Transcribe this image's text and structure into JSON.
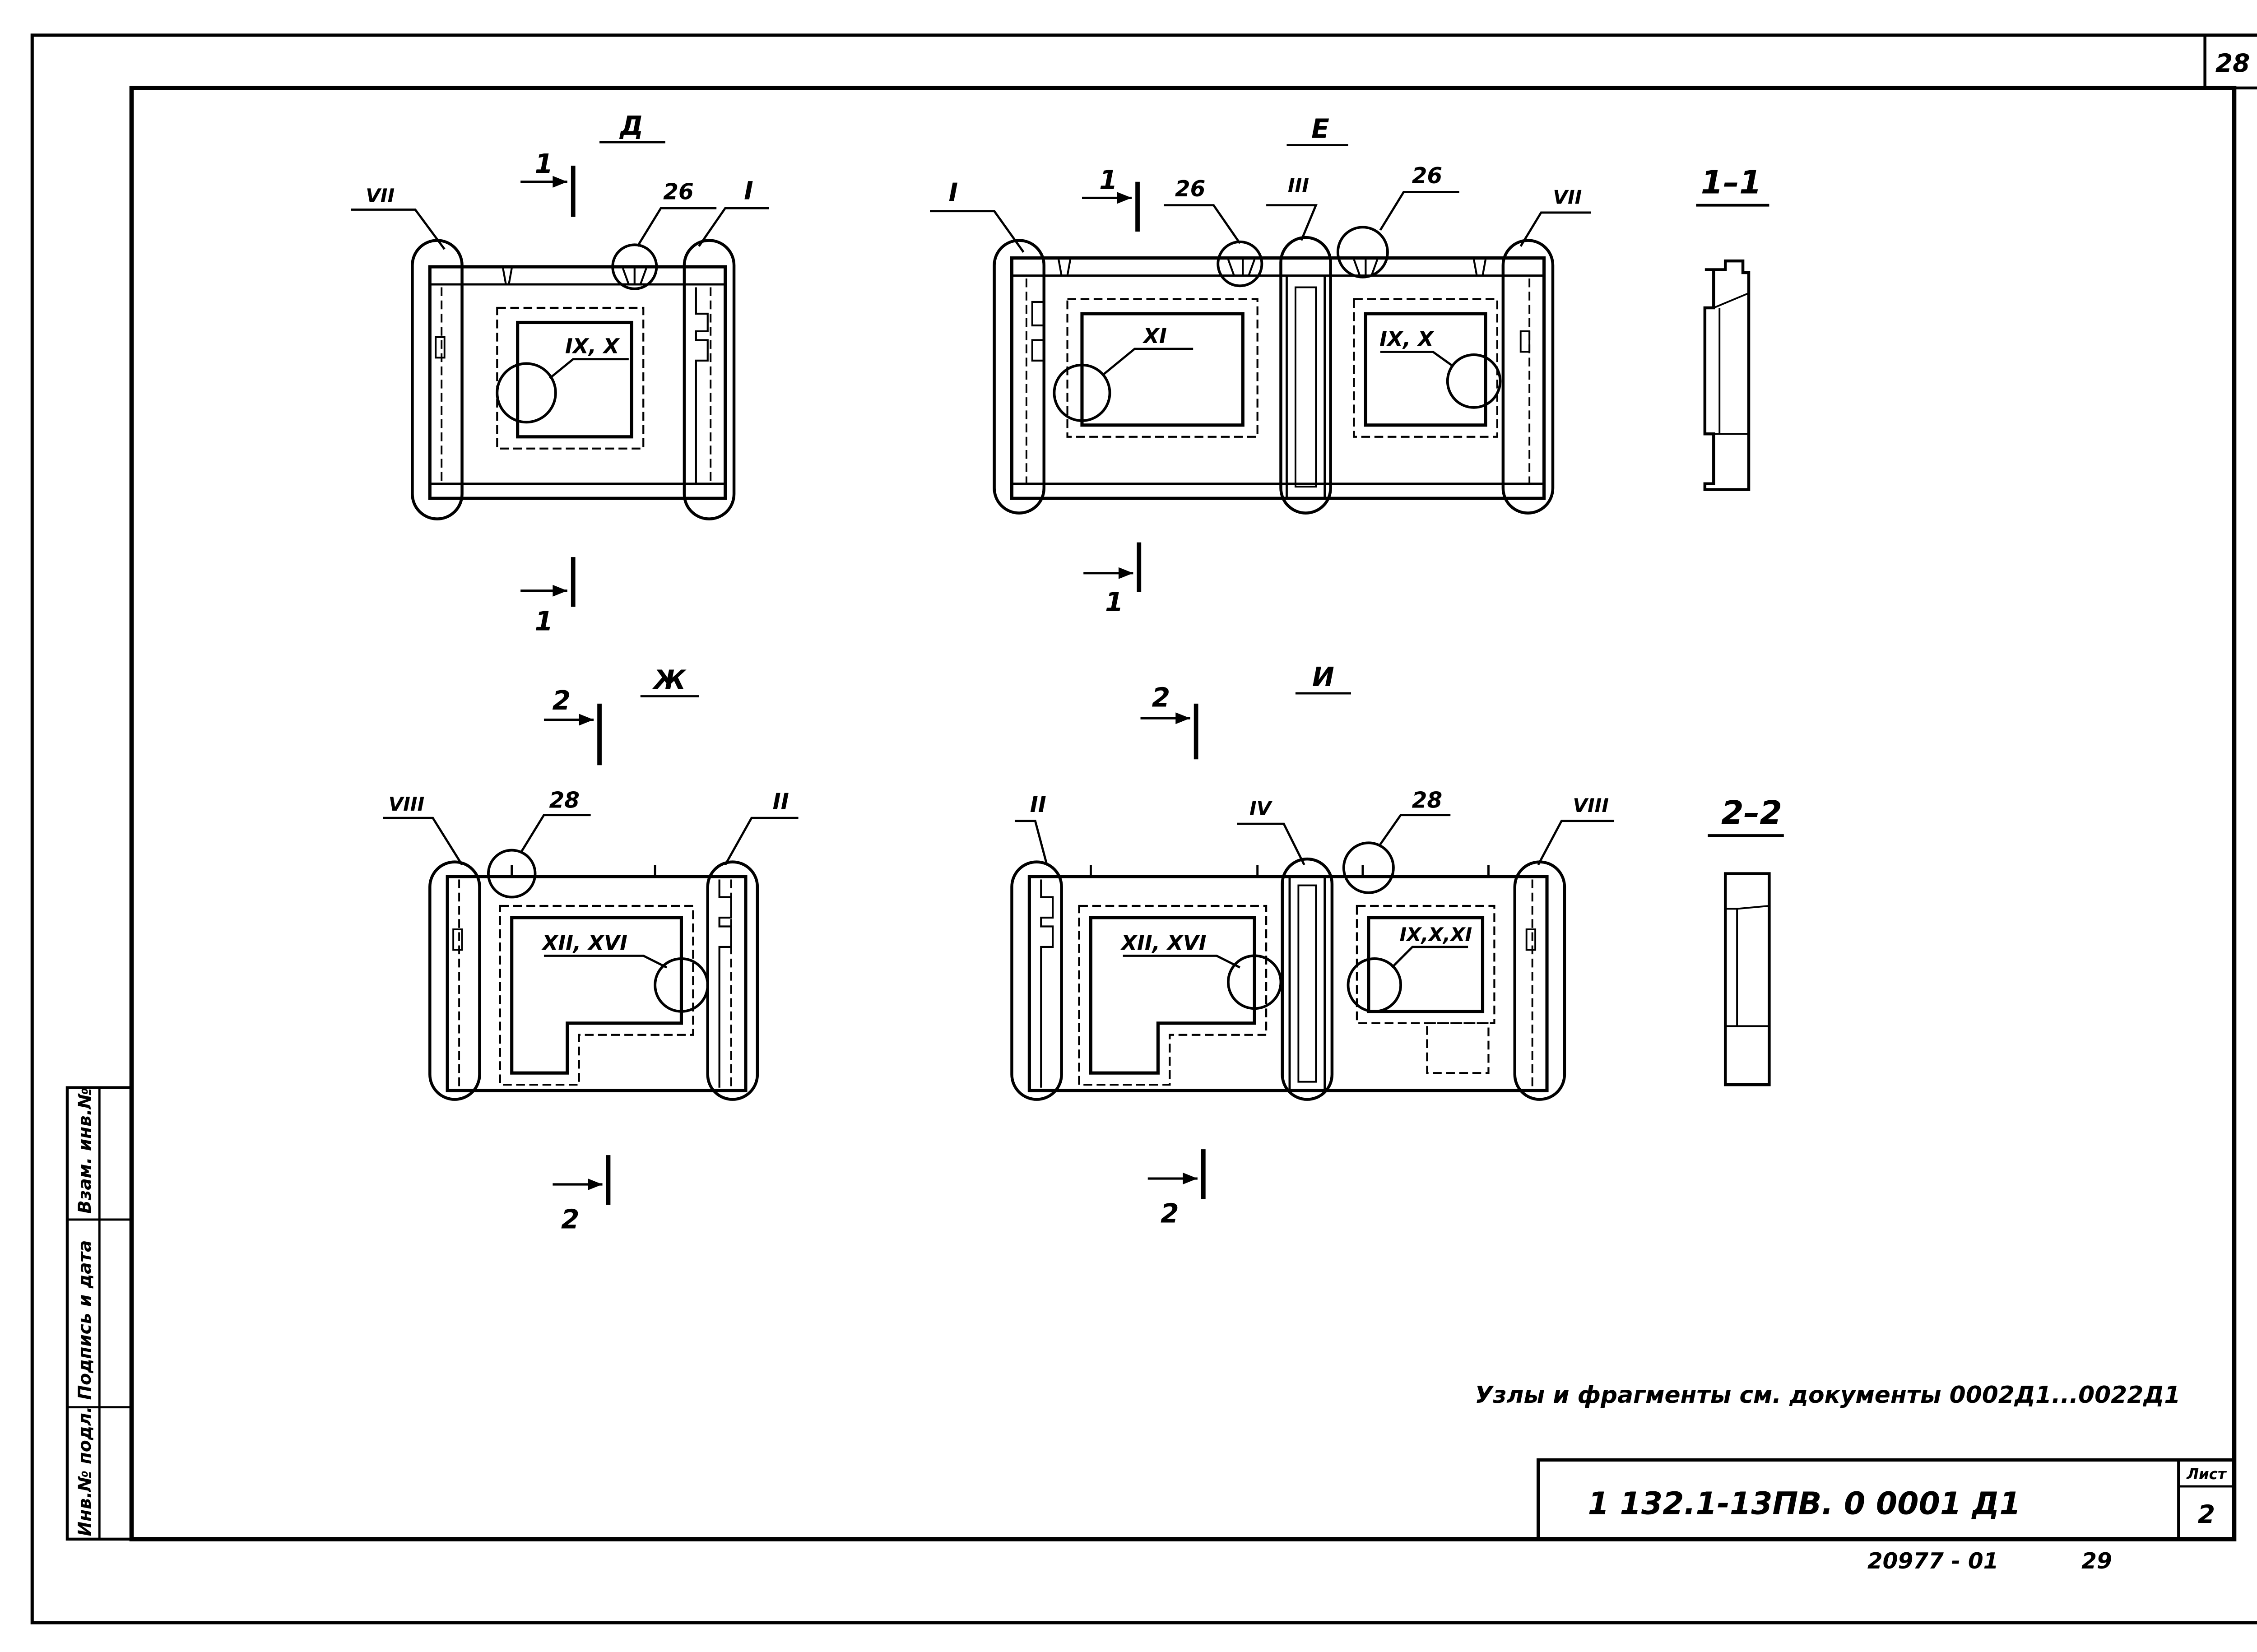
{
  "sheet": {
    "corner_page_number": "28",
    "note": "Узлы и фрагменты см. документы 0002Д1...0022Д1",
    "title_block": {
      "designation": "1 132.1-13ПВ. 0 0001 Д1",
      "sheet_label": "Лист",
      "sheet_number": "2"
    },
    "bottom_stamp": {
      "number": "20977 - 01",
      "page": "29"
    },
    "side_stamp": {
      "inv_no_podl": "Инв.№ подл.",
      "podpis_data": "Подпись и дата",
      "vzam_inv": "Взам. инв.№"
    }
  },
  "views": {
    "d": {
      "title": "Д",
      "section_no": "1",
      "callouts": [
        "VII",
        "26",
        "I",
        "IX, X"
      ]
    },
    "e": {
      "title": "Е",
      "section_no": "1",
      "callouts": [
        "I",
        "26",
        "III",
        "26",
        "VII",
        "XI",
        "IX, X"
      ]
    },
    "zh": {
      "title": "Ж",
      "section_no": "2",
      "callouts": [
        "VIII",
        "28",
        "II",
        "XII, XVI"
      ]
    },
    "i": {
      "title": "И",
      "section_no": "2",
      "callouts": [
        "II",
        "IV",
        "28",
        "VIII",
        "XII, XVI",
        "IX,X,XI"
      ]
    }
  },
  "sections": {
    "s1": {
      "title": "1–1"
    },
    "s2": {
      "title": "2–2"
    }
  }
}
